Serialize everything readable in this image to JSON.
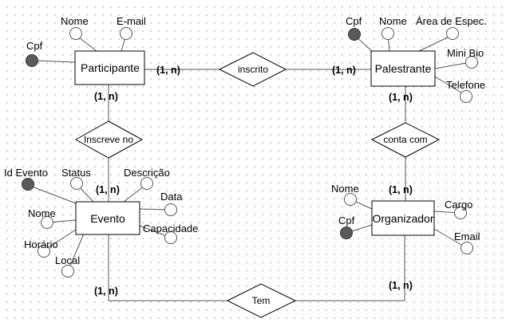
{
  "entities": {
    "participante": "Participante",
    "palestrante": "Palestrante",
    "evento": "Evento",
    "organizador": "Organizador"
  },
  "relationships": {
    "inscrito": "inscrito",
    "inscreve_no": "Inscreve no",
    "conta_com": "conta com",
    "tem": "Tem"
  },
  "attributes": {
    "participante": {
      "nome": "Nome",
      "email": "E-mail",
      "cpf": "Cpf"
    },
    "palestrante": {
      "cpf": "Cpf",
      "nome": "Nome",
      "area": "Área de Espec.",
      "mini_bio": "Mini Bio",
      "telefone": "Telefone"
    },
    "evento": {
      "id": "Id Evento",
      "status": "Status",
      "descricao": "Descrição",
      "data": "Data",
      "capacidade": "Capacidade",
      "nome": "Nome",
      "horario": "Horário",
      "local": "Local"
    },
    "organizador": {
      "nome": "Nome",
      "cpf": "Cpf",
      "cargo": "Cargo",
      "email": "Email"
    }
  },
  "cardinalities": {
    "participante_inscrito": "(1, n)",
    "palestrante_inscrito": "(1, n)",
    "participante_inscreve": "(1, n)",
    "evento_inscreve": "(1, n)",
    "palestrante_conta": "(1, n)",
    "organizador_conta": "(1, n)",
    "evento_tem": "(1, n)",
    "organizador_tem": "(1, n)"
  },
  "colors": {
    "key_attribute_fill": "#5a5a5a",
    "attribute_fill": "#ffffff",
    "stroke": "#000000",
    "attribute_stroke": "#555555",
    "grid_dot": "#c4c4c4"
  }
}
